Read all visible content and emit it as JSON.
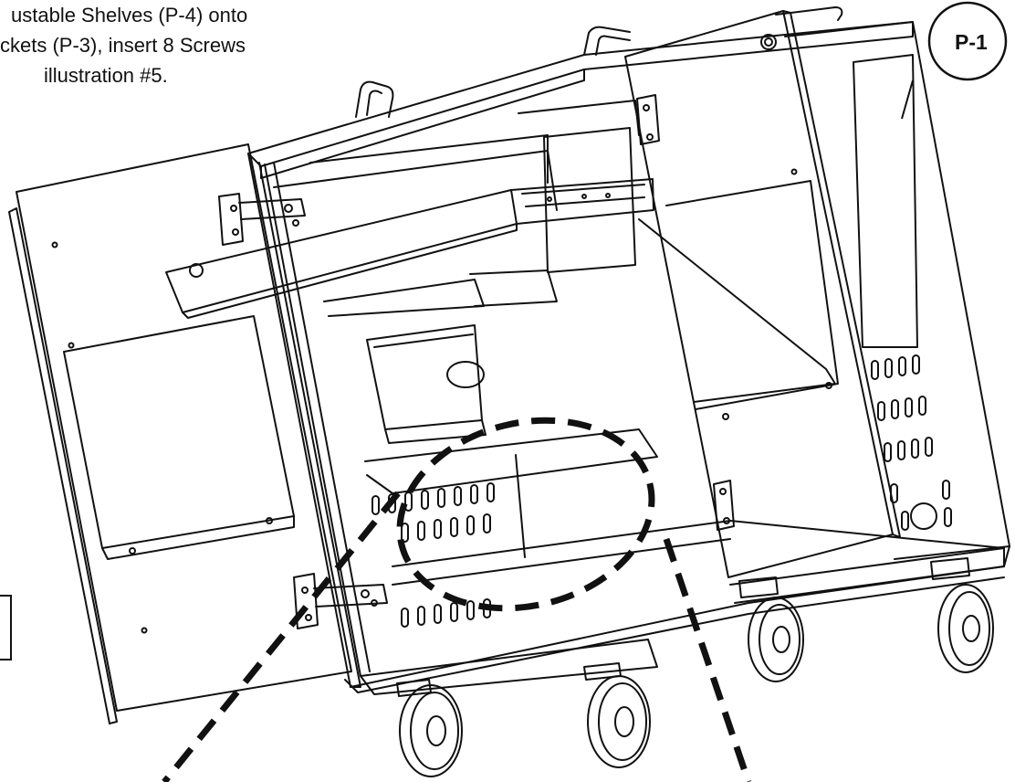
{
  "instructions": {
    "line1": "ustable Shelves (P-4) onto",
    "line2": "ckets (P-3), insert 8 Screws",
    "line3": "illustration #5."
  },
  "callout": {
    "label": "P-1"
  },
  "colors": {
    "line": "#111111",
    "background": "#ffffff"
  }
}
